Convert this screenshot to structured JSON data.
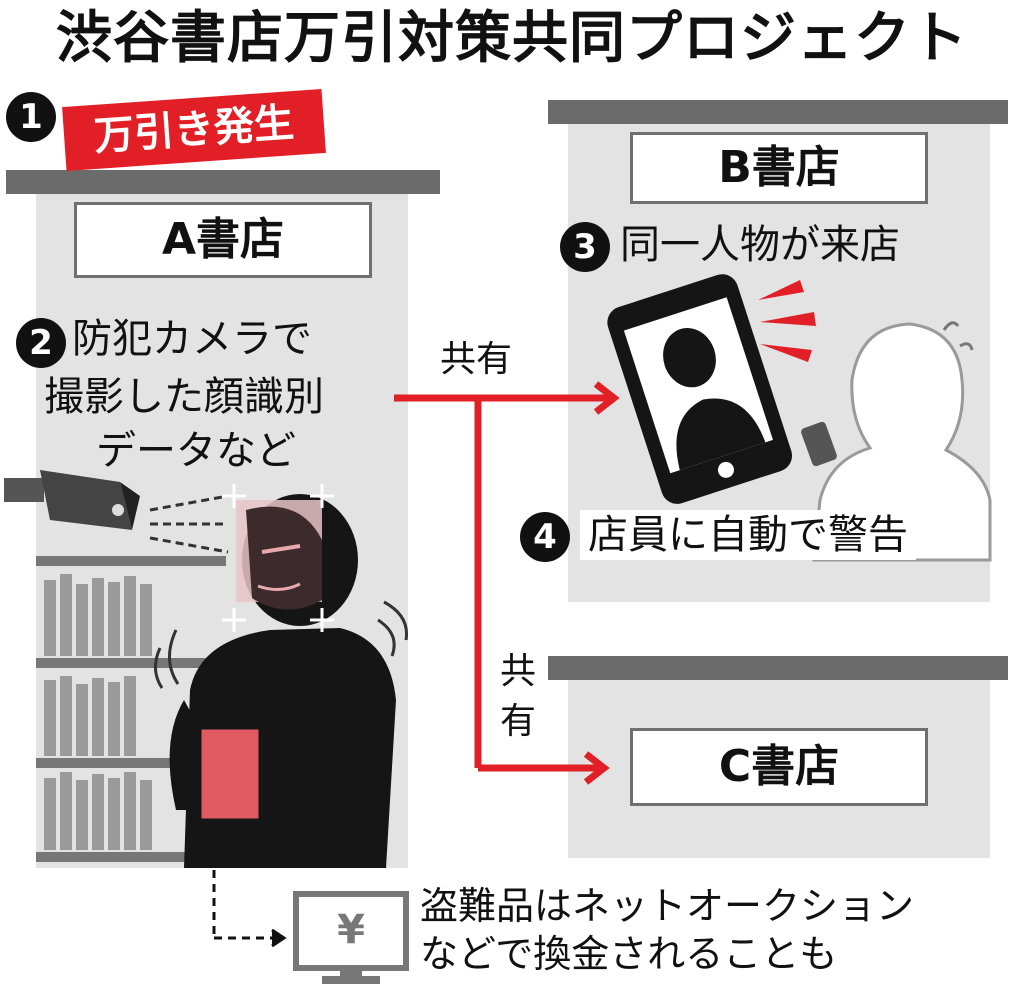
{
  "title": "渋谷書店万引対策共同プロジェクト",
  "steps": {
    "s1": {
      "num": "1",
      "tag": "万引き発生"
    },
    "s2": {
      "num": "2",
      "line1": "防犯カメラで",
      "line2": "撮影した顔識別",
      "line3": "データなど"
    },
    "s3": {
      "num": "3",
      "text": "同一人物が来店"
    },
    "s4": {
      "num": "4",
      "text": "店員に自動で警告"
    }
  },
  "stores": {
    "a": "A書店",
    "b": "B書店",
    "c": "C書店"
  },
  "share": {
    "top": "共有",
    "vertical_1": "共",
    "vertical_2": "有"
  },
  "note": {
    "line1": "盗難品はネットオークション",
    "line2": "などで換金されることも",
    "yen": "¥"
  },
  "colors": {
    "accent_red": "#e21f26",
    "wall_gray": "#e3e3e3",
    "roof_gray": "#6b6b6b",
    "dark": "#111111"
  }
}
